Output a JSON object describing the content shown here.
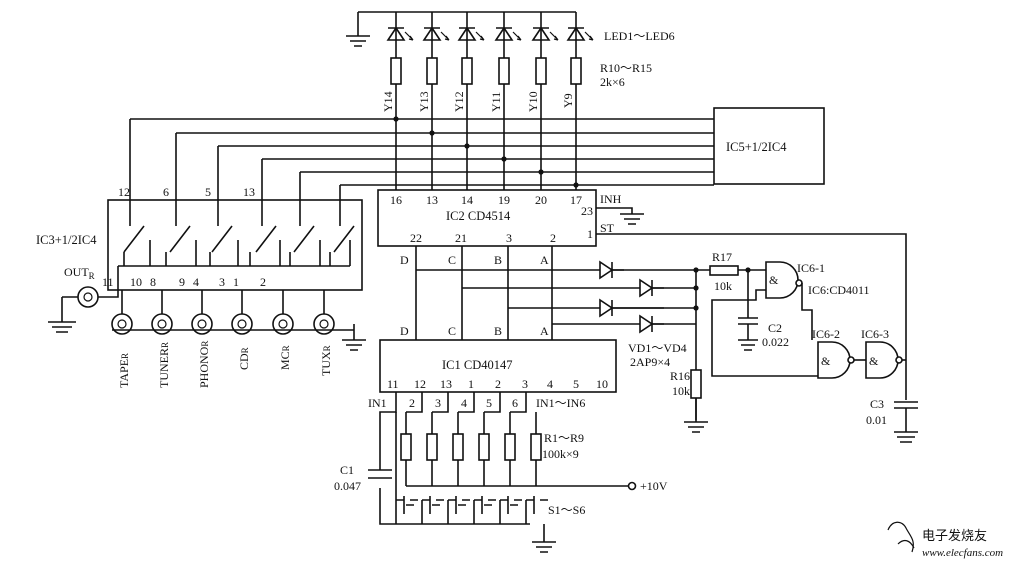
{
  "diagram": {
    "led_label": "LED1～LED6",
    "r_led": {
      "name": "R10～R15",
      "value": "2k×6"
    },
    "y_outputs": [
      "Y14",
      "Y13",
      "Y12",
      "Y11",
      "Y10",
      "Y9"
    ],
    "ic5": "IC5+1/2IC4",
    "ic2": {
      "name": "IC2 CD4514",
      "top_pins": [
        "16",
        "13",
        "14",
        "19",
        "20",
        "17"
      ],
      "pin_inh_num": "23",
      "pin_inh": "INH",
      "pin_st_num": "1",
      "pin_st": "ST",
      "bottom_pins": [
        "22",
        "21",
        "3",
        "2"
      ]
    },
    "ic3": {
      "name": "IC3+1/2IC4",
      "top_pins": [
        "12",
        "6",
        "5",
        "13"
      ],
      "bottom_pins": [
        "11",
        "10",
        "8",
        "9",
        "4",
        "3",
        "1",
        "2"
      ]
    },
    "out": "OUT",
    "out_sub": "R",
    "inputs": [
      {
        "main": "TAPE",
        "sub": "R"
      },
      {
        "main": "TUNER",
        "sub": "R"
      },
      {
        "main": "PHONO",
        "sub": "R"
      },
      {
        "main": "CD",
        "sub": "R"
      },
      {
        "main": "MC",
        "sub": "R"
      },
      {
        "main": "TUX",
        "sub": "R"
      }
    ],
    "bus_top": [
      "D",
      "C",
      "B",
      "A"
    ],
    "bus_bottom": [
      "D",
      "C",
      "B",
      "A"
    ],
    "ic1": {
      "name": "IC1 CD40147",
      "bottom_pins": [
        "11",
        "12",
        "13",
        "1",
        "2",
        "3",
        "4",
        "5",
        "10"
      ]
    },
    "in_labels": {
      "in1": "IN1",
      "pins": [
        "2",
        "3",
        "4",
        "5",
        "6"
      ],
      "range": "IN1～IN6"
    },
    "r17": {
      "name": "R17",
      "value": "10k"
    },
    "ic6": {
      "g1": "IC6-1",
      "part": "IC6:CD4011",
      "g2": "IC6-2",
      "g3": "IC6-3"
    },
    "c2": {
      "name": "C2",
      "value": "0.022"
    },
    "diodes": {
      "name": "VD1～VD4",
      "value": "2AP9×4"
    },
    "r16": {
      "name": "R16",
      "value": "10k"
    },
    "c3": {
      "name": "C3",
      "value": "0.01"
    },
    "r_in": {
      "name": "R1～R9",
      "value": "100k×9"
    },
    "c1": {
      "name": "C1",
      "value": "0.047"
    },
    "vcc": "+10V",
    "switches": "S1～S6",
    "watermark": {
      "cn": "电子发烧友",
      "url": "www.elecfans.com"
    }
  }
}
